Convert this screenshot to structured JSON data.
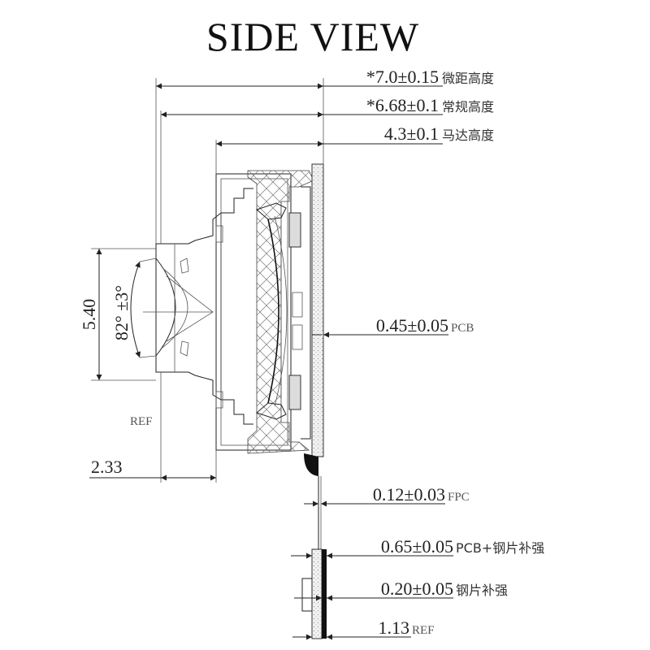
{
  "title": "SIDE VIEW",
  "dimensions": {
    "macro_height": {
      "value": "*7.0±0.15",
      "note": "微距高度"
    },
    "normal_height": {
      "value": "*6.68±0.1",
      "note": "常规高度"
    },
    "motor_height": {
      "value": "4.3±0.1",
      "note": "马达高度"
    },
    "pcb": {
      "value": "0.45±0.05",
      "note": "PCB"
    },
    "fpc": {
      "value": "0.12±0.03",
      "note": "FPC"
    },
    "pcb_stiffener": {
      "value": "0.65±0.05",
      "note": "PCB+钢片补强"
    },
    "steel_stiffener": {
      "value": "0.20±0.05",
      "note": "钢片补强"
    },
    "stiffener_ref": {
      "value": "1.13",
      "note": "REF"
    },
    "lens_diameter": {
      "value": "5.40"
    },
    "fov": {
      "value": "82° ±3°"
    },
    "ref_label": "REF",
    "offset": {
      "value": "2.33"
    }
  }
}
